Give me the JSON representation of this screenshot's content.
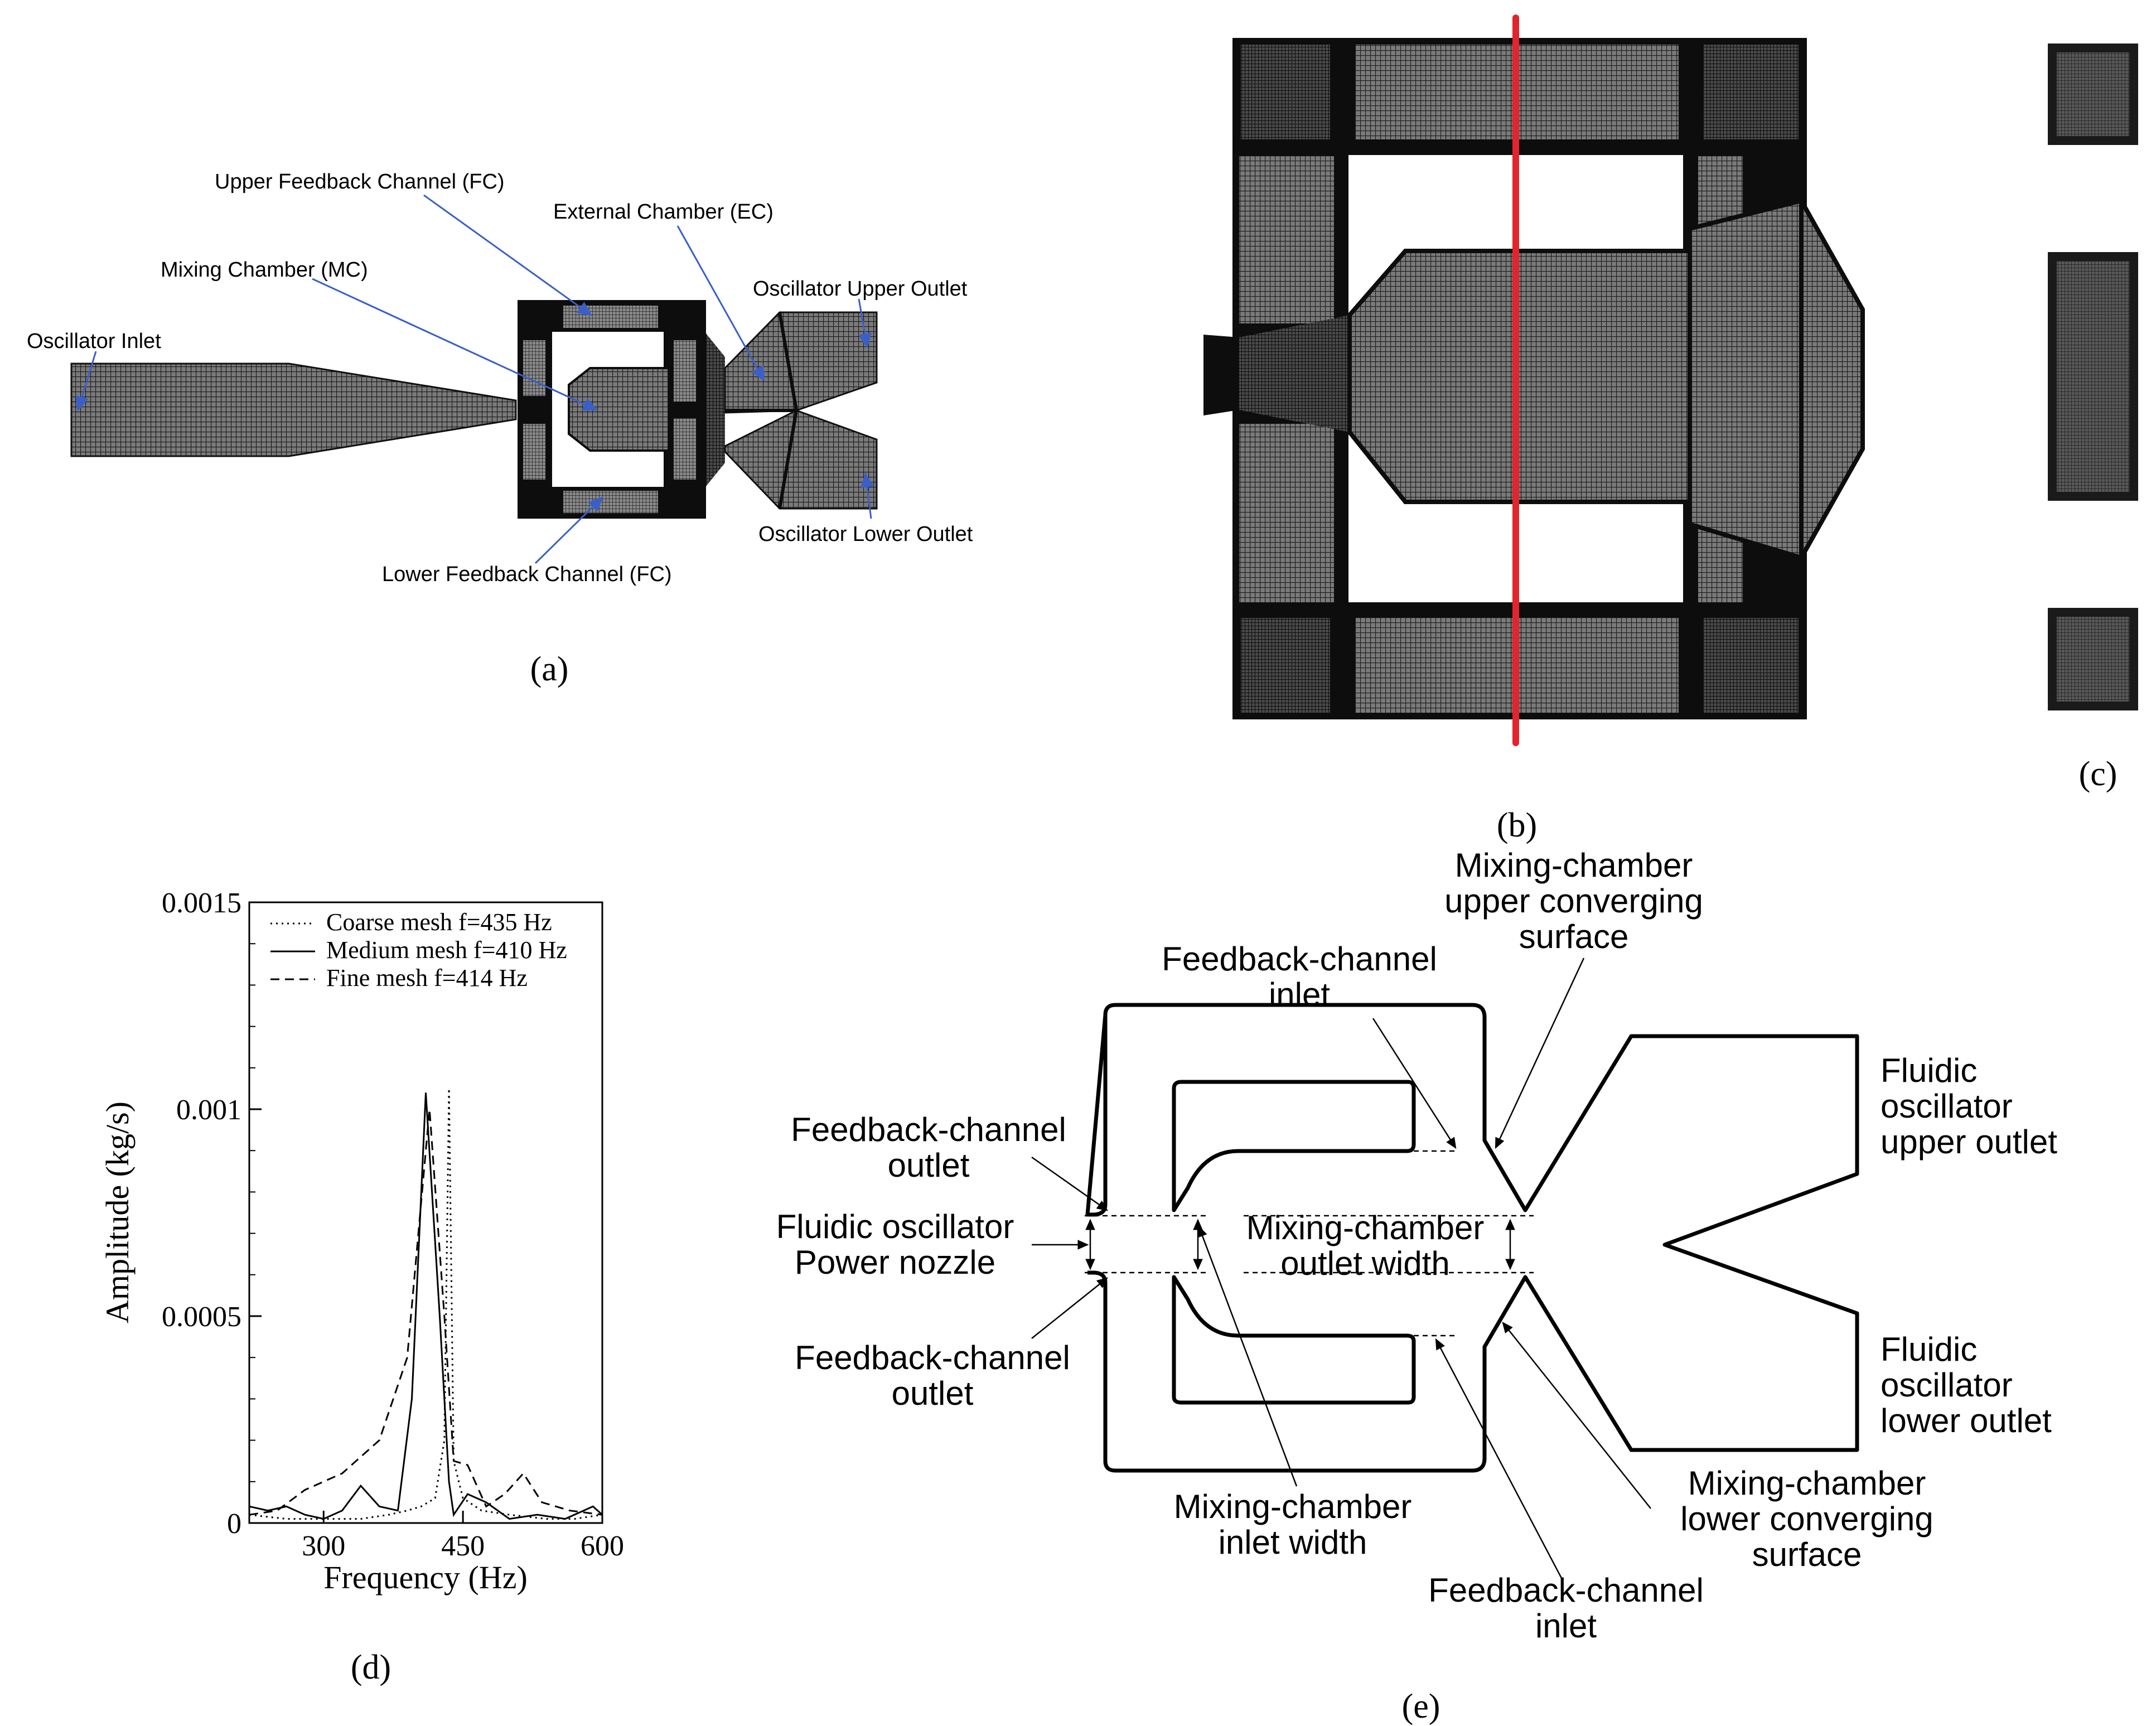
{
  "panel_labels": {
    "a": "(a)",
    "b": "(b)",
    "c": "(c)",
    "d": "(d)",
    "e": "(e)"
  },
  "panel_a": {
    "labels": {
      "upper_fc": "Upper Feedback Channel (FC)",
      "external_chamber": "External Chamber (EC)",
      "mixing_chamber": "Mixing Chamber (MC)",
      "oscillator_inlet": "Oscillator Inlet",
      "upper_outlet": "Oscillator Upper Outlet",
      "lower_outlet": "Oscillator Lower Outlet",
      "lower_fc": "Lower Feedback Channel (FC)"
    },
    "colors": {
      "leader": "#3a5fc8",
      "mesh": "#111111"
    }
  },
  "panel_b": {
    "colors": {
      "cut_line": "#e0262c"
    }
  },
  "chart_data": {
    "type": "line",
    "xlabel": "Frequency (Hz)",
    "ylabel": "Amplitude (kg/s)",
    "xlim": [
      220,
      600
    ],
    "ylim": [
      0,
      0.0015
    ],
    "x_ticks": [
      300,
      450,
      600
    ],
    "y_ticks": [
      0,
      0.0005,
      0.001,
      0.0015
    ],
    "y_tick_labels": [
      "0",
      "0.0005",
      "0.001",
      "0.0015"
    ],
    "legend": "top-right",
    "series": [
      {
        "name": "Coarse mesh f=435 Hz",
        "style": "dotted",
        "x": [
          220,
          260,
          300,
          340,
          370,
          390,
          405,
          420,
          430,
          435,
          440,
          450,
          470,
          500,
          540,
          570,
          600
        ],
        "y": [
          2e-05,
          1e-05,
          1e-05,
          1e-05,
          2e-05,
          3e-05,
          4e-05,
          6e-05,
          0.0002,
          0.00105,
          0.00015,
          6e-05,
          3e-05,
          2e-05,
          1e-05,
          1e-05,
          2e-05
        ]
      },
      {
        "name": "Medium mesh f=410 Hz",
        "style": "solid",
        "x": [
          220,
          240,
          260,
          280,
          300,
          320,
          340,
          360,
          380,
          395,
          410,
          425,
          435,
          440,
          455,
          475,
          500,
          530,
          560,
          590,
          600
        ],
        "y": [
          4e-05,
          3e-05,
          4e-05,
          2e-05,
          1e-05,
          3e-05,
          9e-05,
          4e-05,
          3e-05,
          0.0003,
          0.00104,
          0.0005,
          0.0001,
          2e-05,
          7e-05,
          5e-05,
          1e-05,
          2e-05,
          1e-05,
          4e-05,
          2e-05
        ]
      },
      {
        "name": "Fine mesh f=414 Hz",
        "style": "dashed",
        "x": [
          220,
          250,
          280,
          320,
          360,
          390,
          414,
          430,
          440,
          455,
          475,
          495,
          515,
          535,
          565,
          600
        ],
        "y": [
          2e-05,
          3e-05,
          8e-05,
          0.00012,
          0.0002,
          0.0004,
          0.001,
          0.0005,
          0.00015,
          0.00014,
          4e-05,
          7e-05,
          0.00012,
          5e-05,
          3e-05,
          2e-05
        ]
      }
    ]
  },
  "panel_e": {
    "labels": {
      "mc_upper_conv_1": "Mixing-chamber",
      "mc_upper_conv_2": "upper converging",
      "mc_upper_conv_3": "surface",
      "fc_inlet_top_1": "Feedback-channel",
      "fc_inlet_top_2": "inlet",
      "fc_outlet_top_1": "Feedback-channel",
      "fc_outlet_top_2": "outlet",
      "power_nozzle_1": "Fluidic oscillator",
      "power_nozzle_2": "Power nozzle",
      "mc_outlet_width_1": "Mixing-chamber",
      "mc_outlet_width_2": "outlet width",
      "upper_outlet_1": "Fluidic",
      "upper_outlet_2": "oscillator",
      "upper_outlet_3": "upper outlet",
      "lower_outlet_1": "Fluidic",
      "lower_outlet_2": "oscillator",
      "lower_outlet_3": "lower outlet",
      "fc_outlet_bot_1": "Feedback-channel",
      "fc_outlet_bot_2": "outlet",
      "mc_inlet_width_1": "Mixing-chamber",
      "mc_inlet_width_2": "inlet width",
      "mc_lower_conv_1": "Mixing-chamber",
      "mc_lower_conv_2": "lower converging",
      "mc_lower_conv_3": "surface",
      "fc_inlet_bot_1": "Feedback-channel",
      "fc_inlet_bot_2": "inlet"
    }
  }
}
